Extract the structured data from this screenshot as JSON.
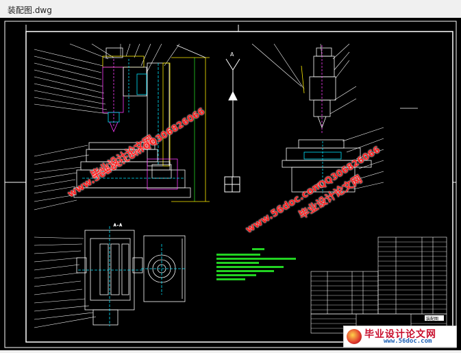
{
  "window": {
    "title": "装配图.dwg"
  },
  "watermarks": {
    "site": "www.56doc.com",
    "brand": "毕业设计论文网",
    "qq": "QQ306826066"
  },
  "drawing": {
    "section_label": "A",
    "title_block_label": "装配图"
  },
  "logo": {
    "brand": "毕业设计论文网",
    "url": "www.56doc.com"
  },
  "colors": {
    "background": "#000000",
    "lines": "#ffffff",
    "accent_green": "#22d322",
    "accent_cyan": "#00e5ff",
    "accent_magenta": "#ff3bff",
    "accent_yellow": "#ffee00",
    "watermark_red": "#ff2020"
  }
}
